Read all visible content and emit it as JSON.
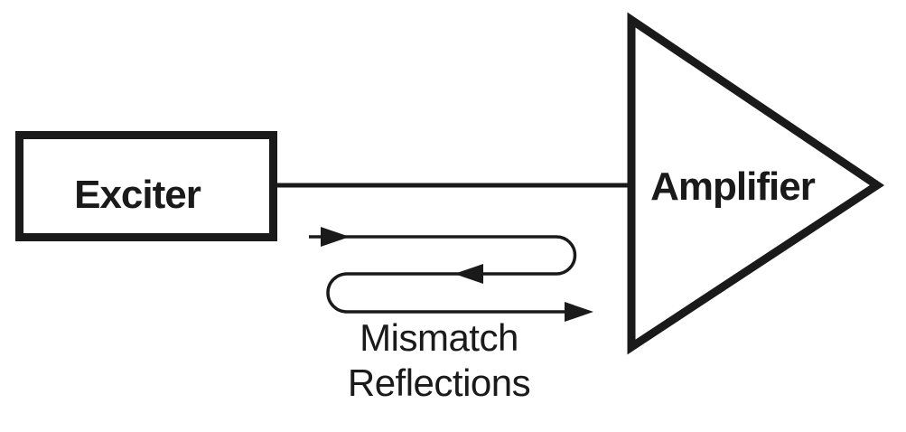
{
  "diagram": {
    "colors": {
      "ink": "#1a1a1a",
      "background": "#ffffff"
    },
    "exciter": {
      "label": "Exciter"
    },
    "amplifier": {
      "label": "Amplifier"
    },
    "reflections": {
      "label_line1": "Mismatch",
      "label_line2": "Reflections"
    }
  }
}
